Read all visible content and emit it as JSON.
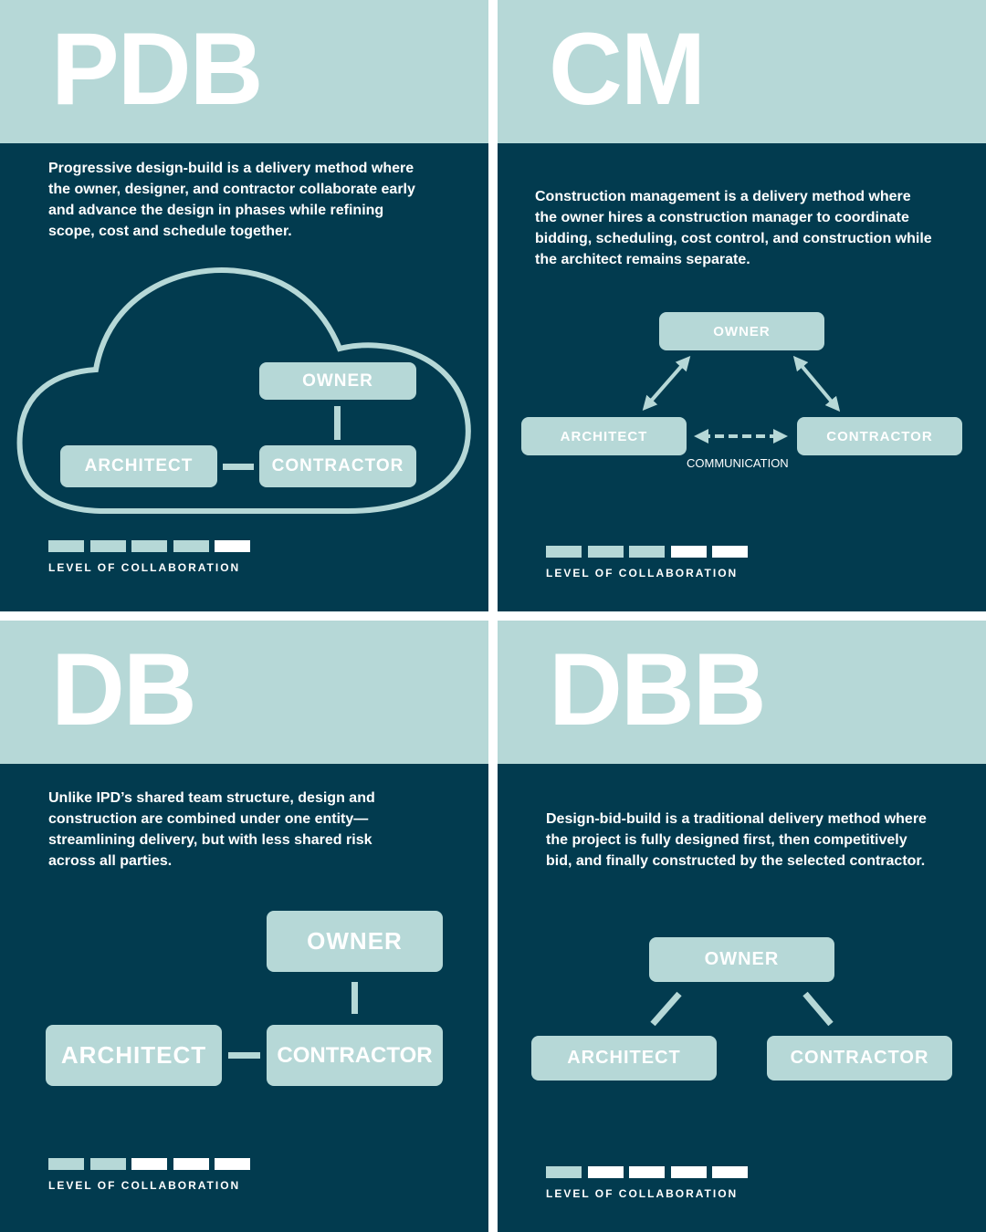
{
  "colors": {
    "dark": "#023b4f",
    "light": "#b6d8d7",
    "white": "#ffffff"
  },
  "level_label": "LEVEL OF COLLABORATION",
  "roles": {
    "owner": "OWNER",
    "architect": "ARCHITECT",
    "contractor": "CONTRACTOR"
  },
  "panels": [
    {
      "abbr": "PDB",
      "description": "Progressive design-build is a delivery method where the owner, designer, and contractor collaborate early and advance the design in phases while refining scope, cost and schedule together.",
      "collaboration_level": 4,
      "collaboration_max": 5
    },
    {
      "abbr": "CM",
      "description": "Construction management is a delivery method where the owner hires a construction manager to coordinate bidding, scheduling, cost control, and construction while the architect remains separate.",
      "communication_label": "COMMUNICATION",
      "collaboration_level": 3,
      "collaboration_max": 5
    },
    {
      "abbr": "DB",
      "description": "Unlike IPD’s shared team structure, design and construction are combined under one entity—streamlining delivery, but with less shared risk across all parties.",
      "collaboration_level": 2,
      "collaboration_max": 5
    },
    {
      "abbr": "DBB",
      "description": "Design-bid-build is a traditional delivery method where the project is fully designed first, then competitively bid, and finally constructed by the selected contractor.",
      "collaboration_level": 1,
      "collaboration_max": 5
    }
  ]
}
